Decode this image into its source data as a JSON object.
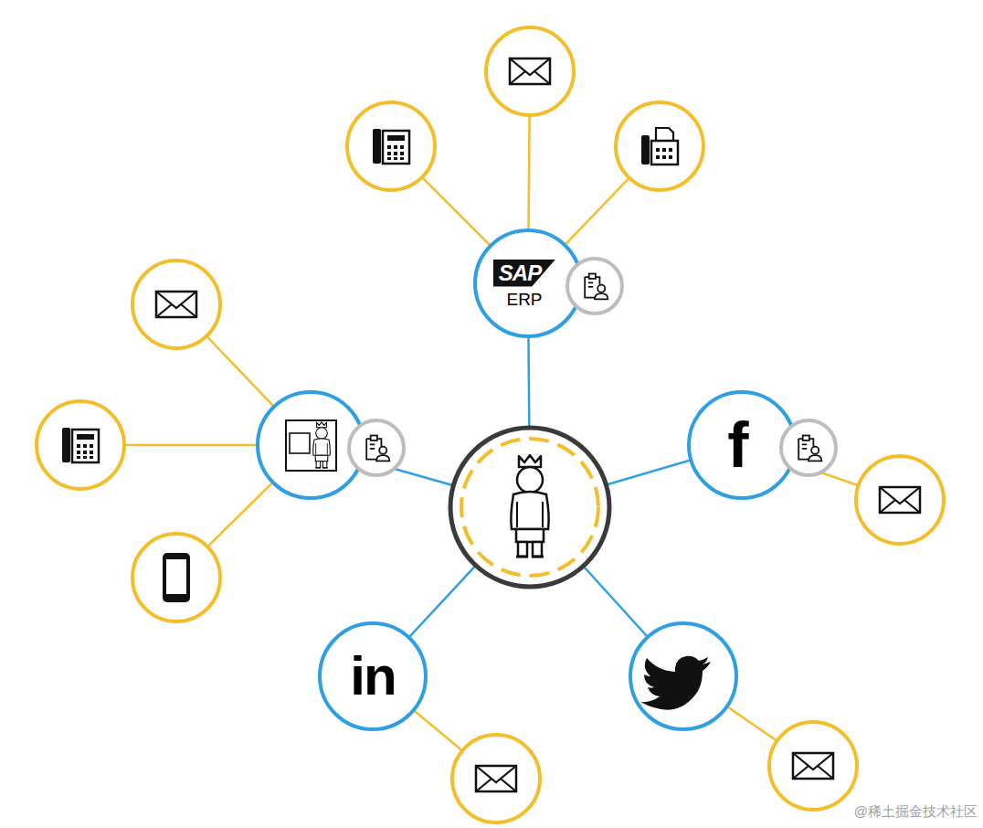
{
  "diagram": {
    "nodes": [
      {
        "text": [
          "SAP",
          "ERP"
        ]
      },
      {
        "text": [
          "f"
        ]
      },
      {
        "text": [
          "in"
        ]
      }
    ],
    "labels": [
      "@稀土掘金技术社区"
    ]
  }
}
